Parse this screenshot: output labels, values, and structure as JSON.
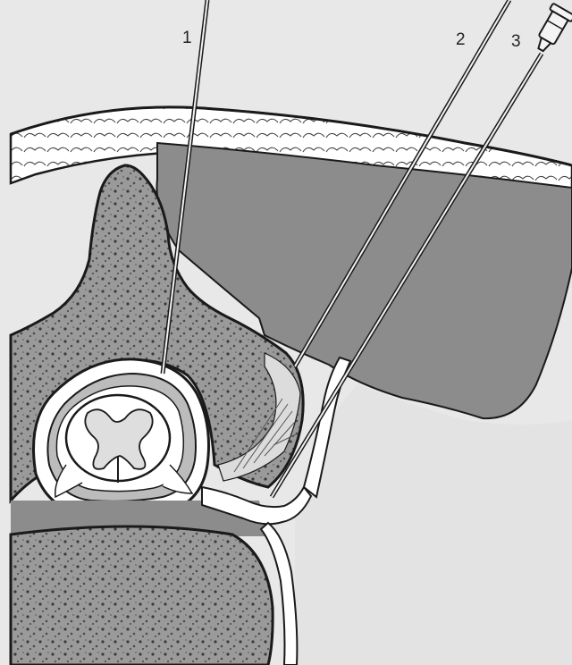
{
  "labels": {
    "needle_1": "1",
    "needle_2": "2",
    "needle_3": "3"
  },
  "colors": {
    "background": "#e6e6e6",
    "muscle": "#8c8c8c",
    "bone": "#9a9a9a",
    "outline": "#1a1a1a",
    "fat": "#ffffff"
  }
}
